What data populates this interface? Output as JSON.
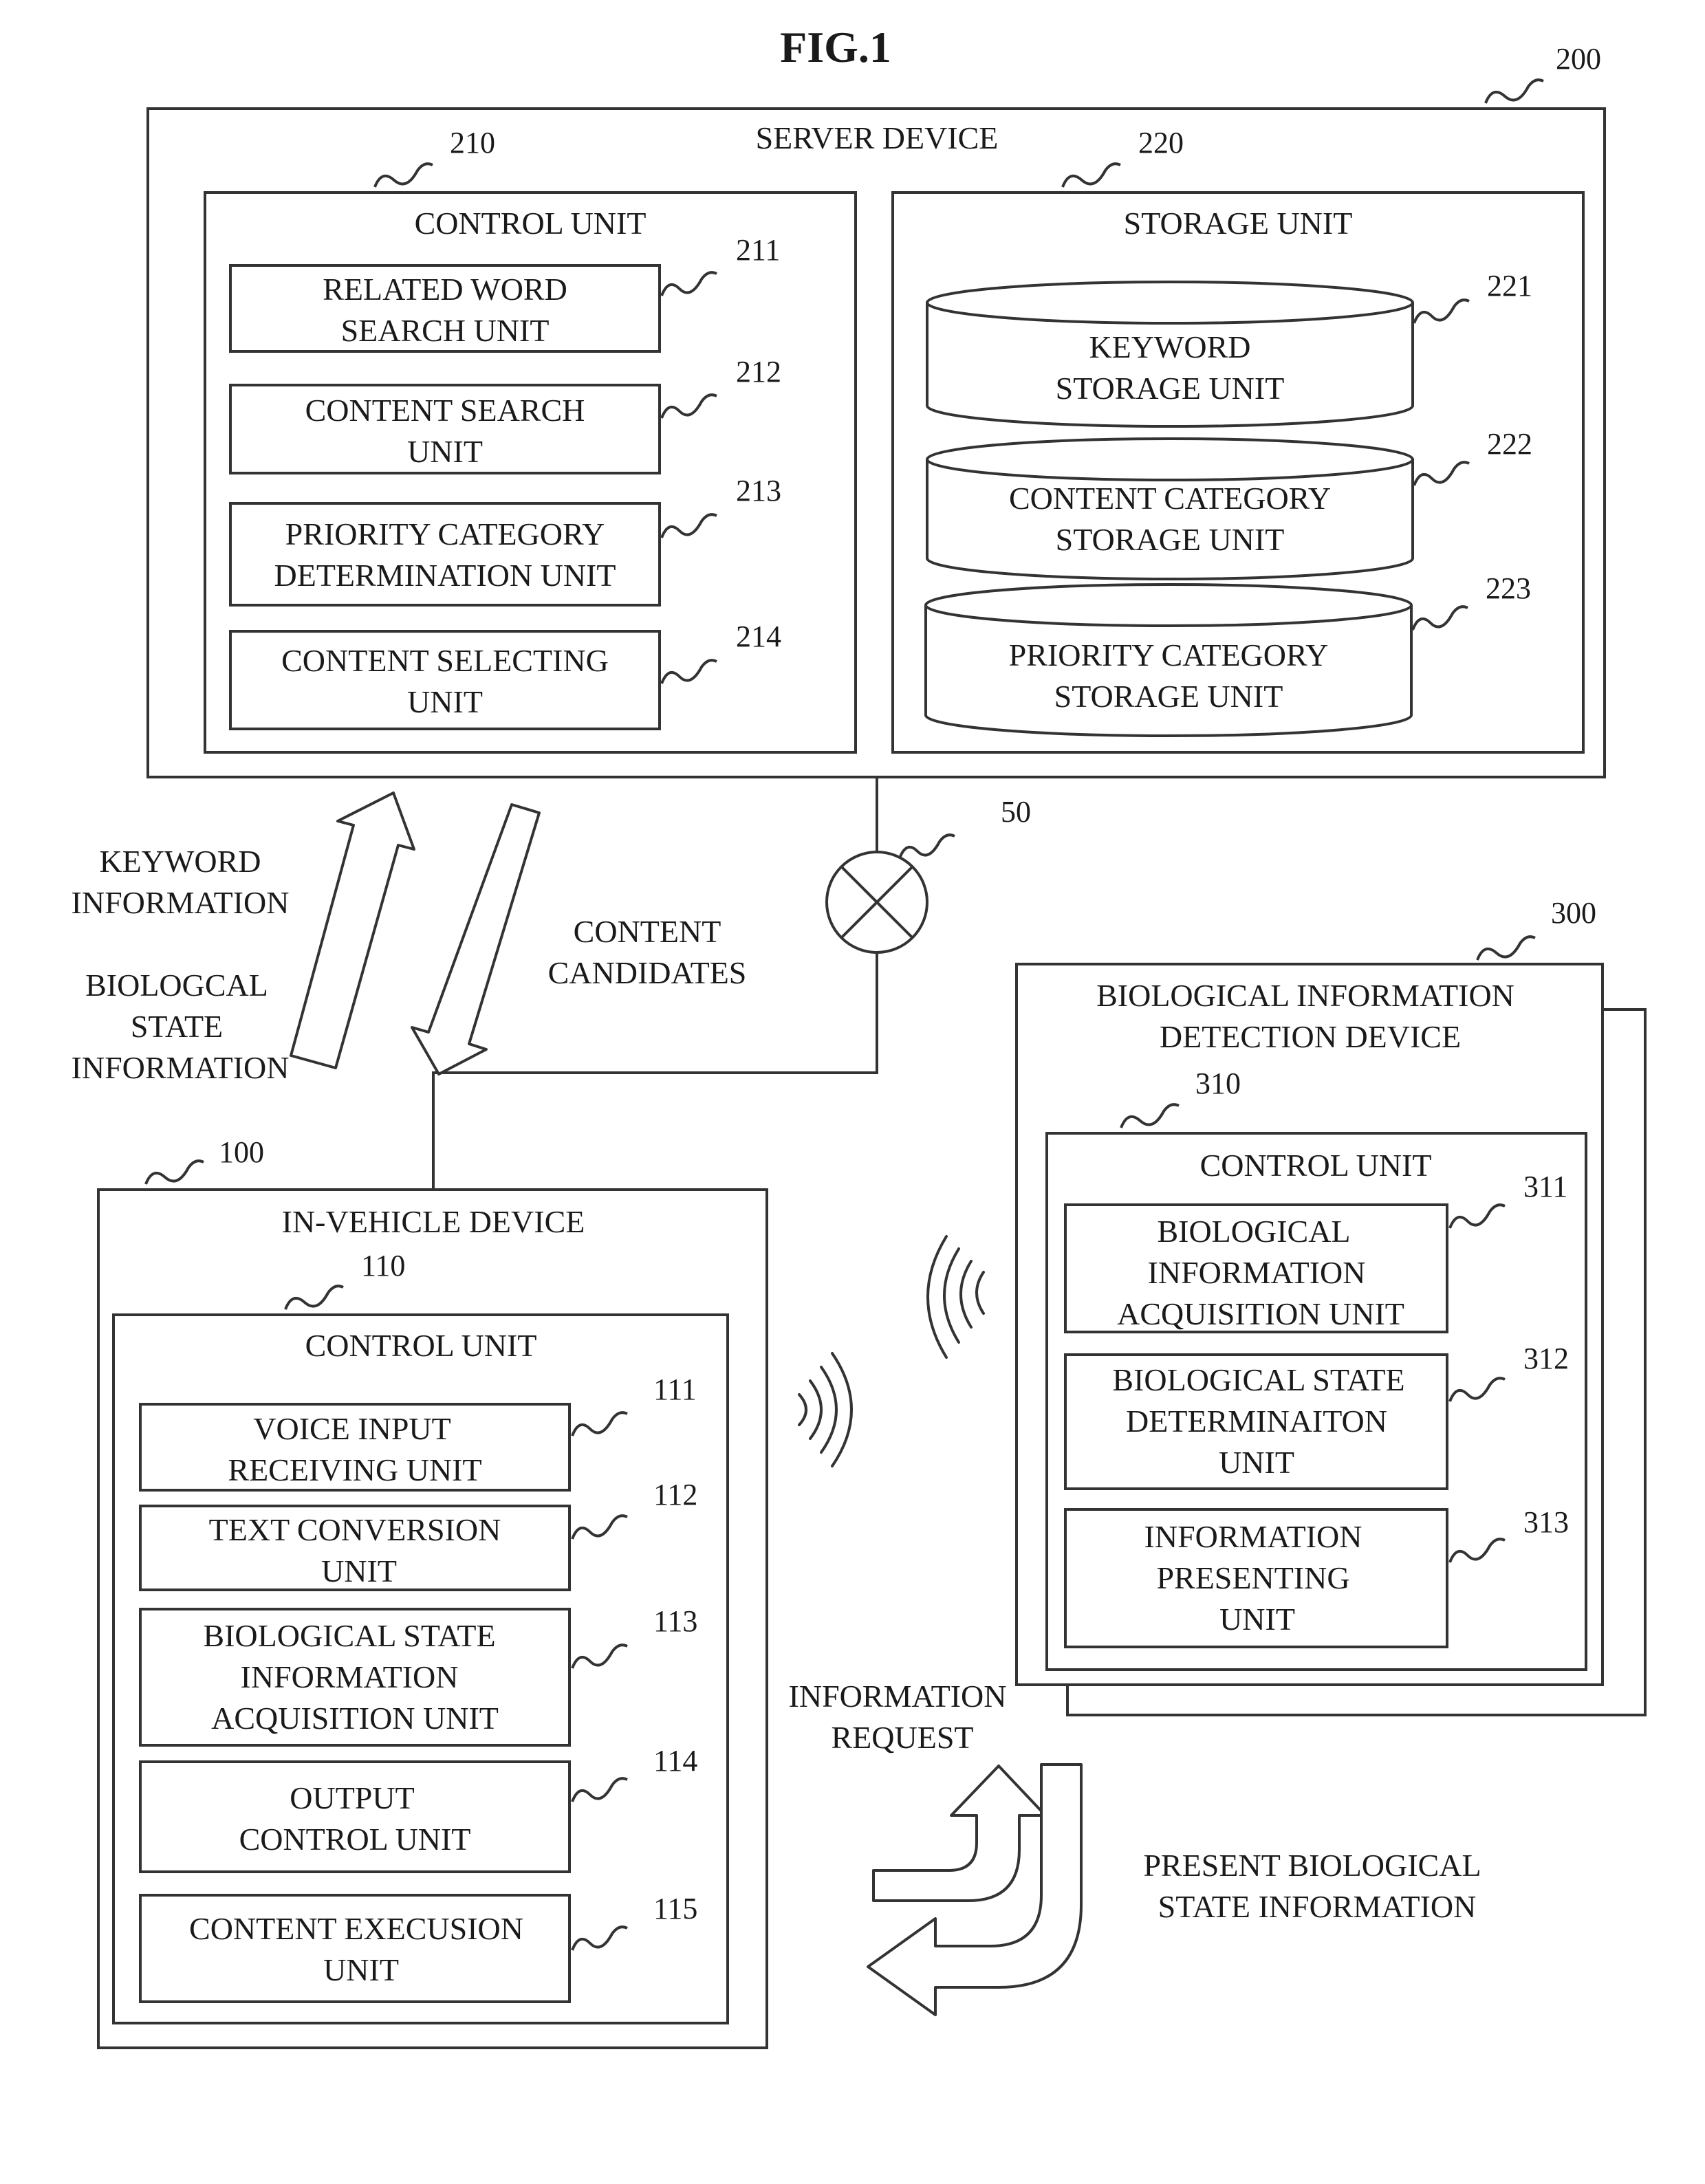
{
  "figure_title": "FIG.1",
  "server": {
    "ref": "200",
    "title": "SERVER DEVICE",
    "control": {
      "ref": "210",
      "title": "CONTROL UNIT",
      "units": [
        {
          "ref": "211",
          "lines": [
            "RELATED WORD",
            "SEARCH UNIT"
          ]
        },
        {
          "ref": "212",
          "lines": [
            "CONTENT SEARCH",
            "UNIT"
          ]
        },
        {
          "ref": "213",
          "lines": [
            "PRIORITY CATEGORY",
            "DETERMINATION UNIT"
          ]
        },
        {
          "ref": "214",
          "lines": [
            "CONTENT SELECTING",
            "UNIT"
          ]
        }
      ]
    },
    "storage": {
      "ref": "220",
      "title": "STORAGE UNIT",
      "units": [
        {
          "ref": "221",
          "lines": [
            "KEYWORD",
            "STORAGE UNIT"
          ]
        },
        {
          "ref": "222",
          "lines": [
            "CONTENT CATEGORY",
            "STORAGE UNIT"
          ]
        },
        {
          "ref": "223",
          "lines": [
            "PRIORITY CATEGORY",
            "STORAGE UNIT"
          ]
        }
      ]
    }
  },
  "network": {
    "ref": "50"
  },
  "labels": {
    "keyword_info": [
      "KEYWORD",
      "INFORMATION"
    ],
    "bio_state_info": [
      "BIOLOGCAL",
      "STATE",
      "INFORMATION"
    ],
    "content_candidates": [
      "CONTENT",
      "CANDIDATES"
    ],
    "info_request": [
      "INFORMATION",
      "REQUEST"
    ],
    "present_bio": [
      "PRESENT BIOLOGICAL",
      "STATE INFORMATION"
    ]
  },
  "vehicle": {
    "ref": "100",
    "title": "IN-VEHICLE DEVICE",
    "control": {
      "ref": "110",
      "title": "CONTROL UNIT",
      "units": [
        {
          "ref": "111",
          "lines": [
            "VOICE INPUT",
            "RECEIVING UNIT"
          ]
        },
        {
          "ref": "112",
          "lines": [
            "TEXT CONVERSION",
            "UNIT"
          ]
        },
        {
          "ref": "113",
          "lines": [
            "BIOLOGICAL STATE",
            "INFORMATION",
            "ACQUISITION UNIT"
          ]
        },
        {
          "ref": "114",
          "lines": [
            "OUTPUT",
            "CONTROL UNIT"
          ]
        },
        {
          "ref": "115",
          "lines": [
            "CONTENT EXECUSION",
            "UNIT"
          ]
        }
      ]
    }
  },
  "bio": {
    "ref": "300",
    "title_lines": [
      "BIOLOGICAL INFORMATION",
      "DETECTION DEVICE"
    ],
    "control": {
      "ref": "310",
      "title": "CONTROL UNIT",
      "units": [
        {
          "ref": "311",
          "lines": [
            "BIOLOGICAL",
            "INFORMATION",
            "ACQUISITION UNIT"
          ]
        },
        {
          "ref": "312",
          "lines": [
            "BIOLOGICAL STATE",
            "DETERMINAITON",
            "UNIT"
          ]
        },
        {
          "ref": "313",
          "lines": [
            "INFORMATION",
            "PRESENTING",
            "UNIT"
          ]
        }
      ]
    }
  }
}
